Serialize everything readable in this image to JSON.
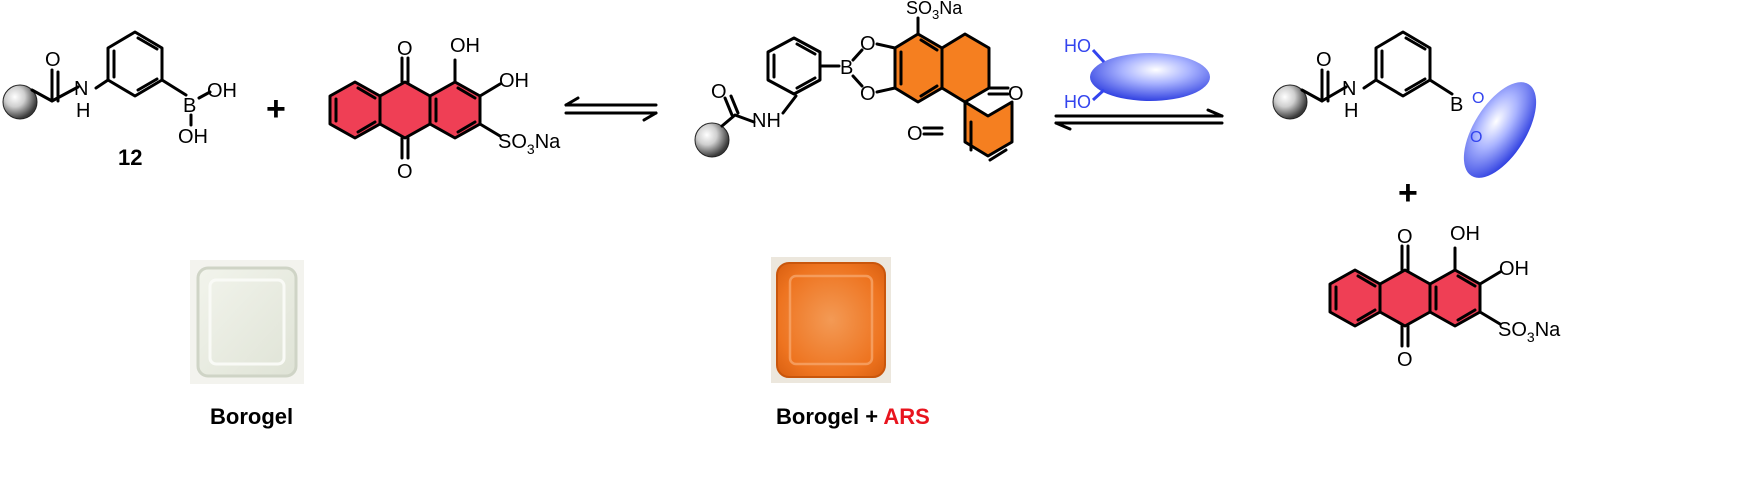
{
  "labels": {
    "compound_number": "12",
    "oh": "OH",
    "b": "B",
    "nh": "N",
    "nh_h": "H",
    "nh_full": "NH",
    "o": "O",
    "ho": "HO",
    "so3na": "SO",
    "sub3": "3",
    "na": "Na",
    "plus": "+"
  },
  "captions": {
    "borogel": "Borogel",
    "borogel_ars_prefix": "Borogel + ",
    "ars": "ARS"
  },
  "colors": {
    "ars_ring": "#ef3f55",
    "complex_ring": "#f57f20",
    "diol_blue": "#3344ee",
    "ars_text": "#e8141e",
    "gel_clear": "#e9ece2",
    "gel_orange": "#f07a25"
  }
}
